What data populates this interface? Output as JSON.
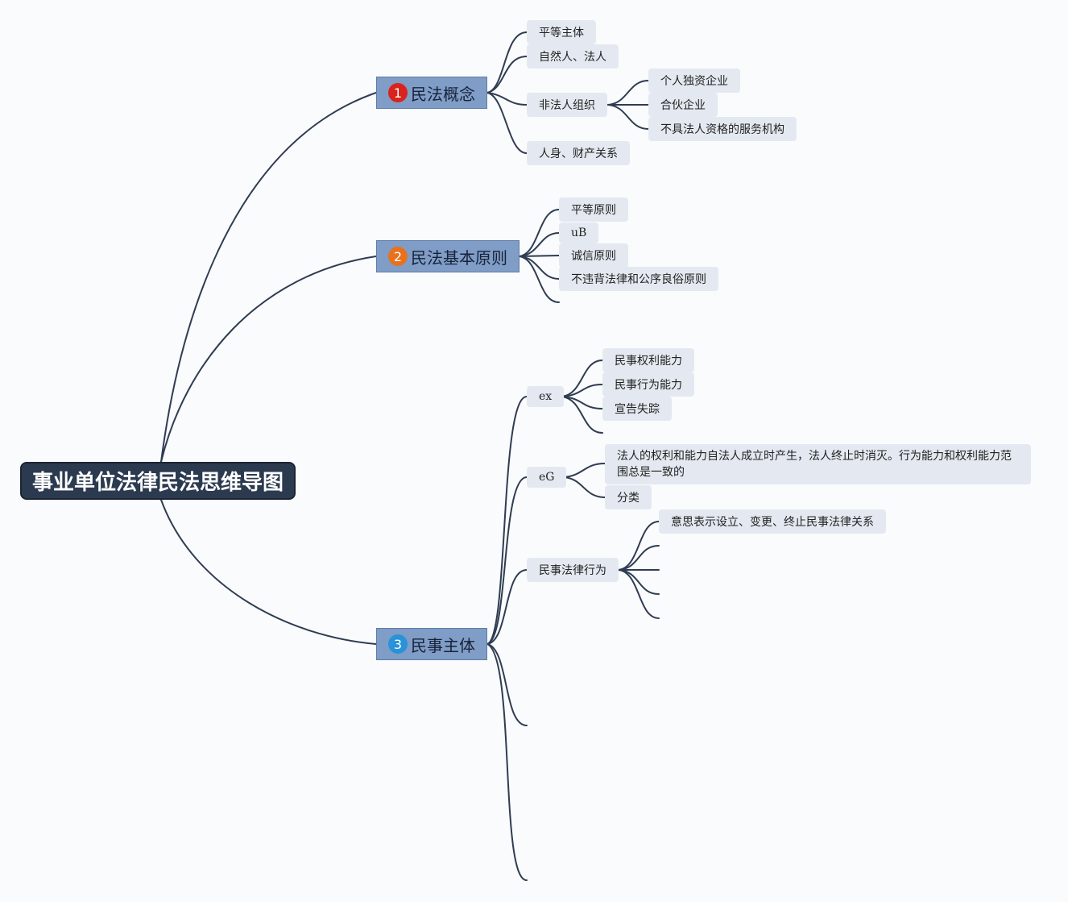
{
  "root": {
    "label": "事业单位法律民法思维导图"
  },
  "branches": [
    {
      "index": "1",
      "badge_color": "#d9231d",
      "label": "民法概念"
    },
    {
      "index": "2",
      "badge_color": "#e8711d",
      "label": "民法基本原则"
    },
    {
      "index": "3",
      "badge_color": "#2a92d8",
      "label": "民事主体"
    }
  ],
  "concept": {
    "equal_subject": "平等主体",
    "natural_legal": "自然人、法人",
    "non_legal_org": "非法人组织",
    "sole_enterprise": "个人独资企业",
    "partnership": "合伙企业",
    "service_org": "不具法人资格的服务机构",
    "relations": "人身、财产关系"
  },
  "principles": {
    "equality": "平等原则",
    "ub": "uB",
    "good_faith": "诚信原则",
    "public_order": "不违背法律和公序良俗原则"
  },
  "subject": {
    "ex": "ex",
    "civil_rights_capacity": "民事权利能力",
    "civil_act_capacity": "民事行为能力",
    "declare_missing": "宣告失踪",
    "eg": "eG",
    "legal_person_capacity": "法人的权利和能力自法人成立时产生，法人终止时消灭。行为能力和权利能力范围总是一致的",
    "classification": "分类",
    "civil_legal_act": "民事法律行为",
    "intent_expression": "意思表示设立、变更、终止民事法律关系"
  }
}
